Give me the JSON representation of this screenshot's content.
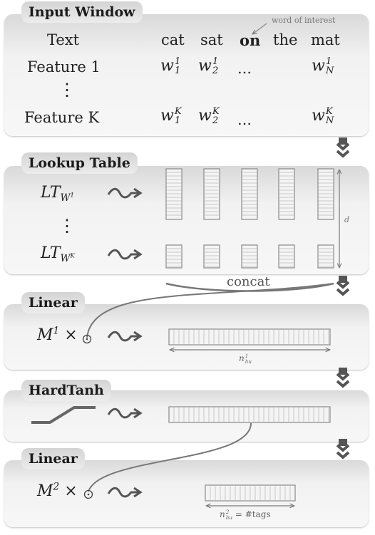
{
  "input_window": {
    "title": "Input Window",
    "annotation": "word of interest",
    "row_text_label": "Text",
    "words": [
      "cat",
      "sat",
      "on",
      "the",
      "mat"
    ],
    "feature1_label": "Feature 1",
    "featureK_label": "Feature K",
    "vdots": "⋮",
    "dots": "…",
    "w_letter": "w",
    "sub_1": "1",
    "sub_2": "2",
    "sub_N": "N",
    "sup_1": "1",
    "sup_K": "K"
  },
  "lookup_table": {
    "title": "Lookup Table",
    "lt_label": "LT",
    "lt_sub_w": "W",
    "sup_1": "1",
    "sup_K": "K",
    "vdots": "⋮",
    "dim_label": "d",
    "squiggle": "⤳"
  },
  "concat_label": "concat",
  "linear1": {
    "title": "Linear",
    "m_letter": "M",
    "m_sup": "1",
    "times": "×",
    "dim_n": "n",
    "dim_sup": "1",
    "dim_sub": "hu"
  },
  "hardtanh": {
    "title": "HardTanh"
  },
  "linear2": {
    "title": "Linear",
    "m_letter": "M",
    "m_sup": "2",
    "times": "×",
    "dim_n": "n",
    "dim_sup": "2",
    "dim_sub": "hu",
    "dim_rest": "= #tags"
  },
  "colors": {
    "panel_top": "#d9d9d9",
    "panel_bottom": "#f7f7f7",
    "box_stroke": "#8a8a8a",
    "line": "#666666",
    "arrow": "#555555"
  }
}
